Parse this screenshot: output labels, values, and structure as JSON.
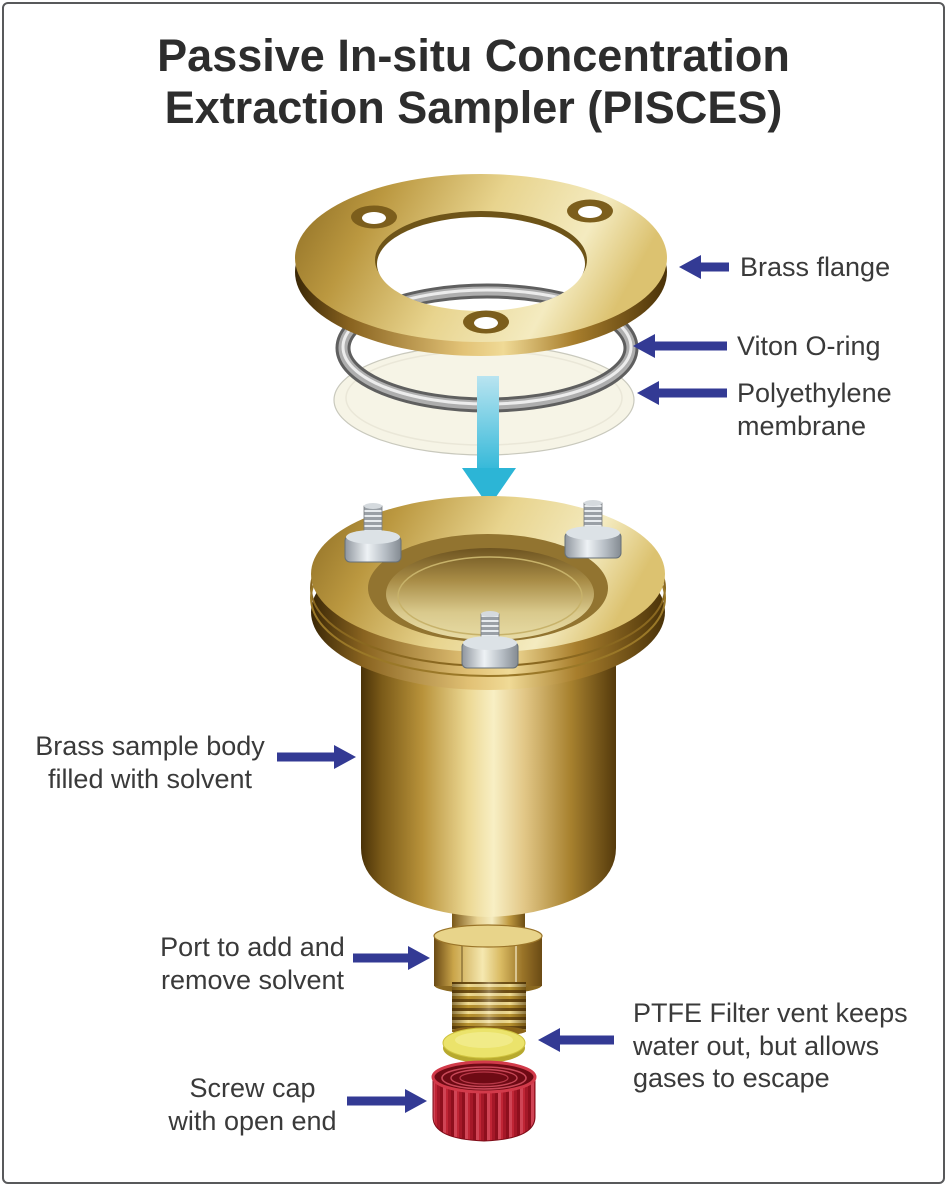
{
  "title": {
    "line1": "Passive In-situ Concentration",
    "line2": "Extraction Sampler (PISCES)"
  },
  "labels": {
    "brass_flange": "Brass flange",
    "viton_oring": "Viton O-ring",
    "membrane": "Polyethylene\nmembrane",
    "sample_body": "Brass sample body\nfilled with solvent",
    "port": "Port to add and\nremove solvent",
    "ptfe": "PTFE Filter vent keeps\nwater out, but allows\ngases to escape",
    "screw_cap": "Screw cap\nwith open end"
  },
  "colors": {
    "background": "#ffffff",
    "frame_border": "#58595b",
    "title_text": "#2d2d2d",
    "label_text": "#3a3a3a",
    "label_arrow_navy": "#333a94",
    "flow_arrow_cyan": "#2cb5d6",
    "brass_gold": "#d9b968",
    "brass_dark": "#5a3c10",
    "steel_silver": "#c8cdd2",
    "oring_gray": "#aeaeae",
    "membrane_cream": "#f6f4e6",
    "ptfe_yellow": "#ebe36b",
    "cap_red": "#c02535"
  }
}
